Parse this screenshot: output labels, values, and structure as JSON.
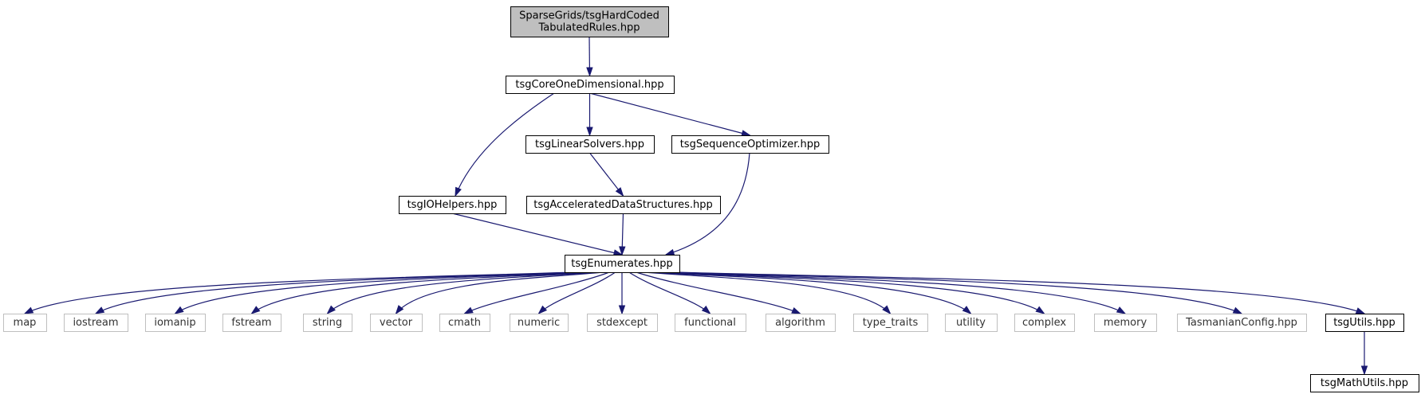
{
  "colors": {
    "edge": "#191970",
    "root_fill": "#bfbfbf",
    "node_border": "#000000",
    "system_border": "#bfbfbf",
    "node_fill": "#ffffff"
  },
  "nodes": [
    {
      "id": "root",
      "lines": [
        "SparseGrids/tsgHardCoded",
        "TabulatedRules.hpp"
      ],
      "kind": "root"
    },
    {
      "id": "core1d",
      "lines": [
        "tsgCoreOneDimensional.hpp"
      ],
      "kind": "normal"
    },
    {
      "id": "linsolv",
      "lines": [
        "tsgLinearSolvers.hpp"
      ],
      "kind": "normal"
    },
    {
      "id": "seqopt",
      "lines": [
        "tsgSequenceOptimizer.hpp"
      ],
      "kind": "normal"
    },
    {
      "id": "iohelp",
      "lines": [
        "tsgIOHelpers.hpp"
      ],
      "kind": "normal"
    },
    {
      "id": "accel",
      "lines": [
        "tsgAcceleratedDataStructures.hpp"
      ],
      "kind": "normal"
    },
    {
      "id": "enum",
      "lines": [
        "tsgEnumerates.hpp"
      ],
      "kind": "normal"
    },
    {
      "id": "map",
      "lines": [
        "map"
      ],
      "kind": "system"
    },
    {
      "id": "iostream",
      "lines": [
        "iostream"
      ],
      "kind": "system"
    },
    {
      "id": "iomanip",
      "lines": [
        "iomanip"
      ],
      "kind": "system"
    },
    {
      "id": "fstream",
      "lines": [
        "fstream"
      ],
      "kind": "system"
    },
    {
      "id": "string",
      "lines": [
        "string"
      ],
      "kind": "system"
    },
    {
      "id": "vector",
      "lines": [
        "vector"
      ],
      "kind": "system"
    },
    {
      "id": "cmath",
      "lines": [
        "cmath"
      ],
      "kind": "system"
    },
    {
      "id": "numeric",
      "lines": [
        "numeric"
      ],
      "kind": "system"
    },
    {
      "id": "stdexcept",
      "lines": [
        "stdexcept"
      ],
      "kind": "system"
    },
    {
      "id": "functional",
      "lines": [
        "functional"
      ],
      "kind": "system"
    },
    {
      "id": "algorithm",
      "lines": [
        "algorithm"
      ],
      "kind": "system"
    },
    {
      "id": "type_traits",
      "lines": [
        "type_traits"
      ],
      "kind": "system"
    },
    {
      "id": "utility",
      "lines": [
        "utility"
      ],
      "kind": "system"
    },
    {
      "id": "complex",
      "lines": [
        "complex"
      ],
      "kind": "system"
    },
    {
      "id": "memory",
      "lines": [
        "memory"
      ],
      "kind": "system"
    },
    {
      "id": "tconfig",
      "lines": [
        "TasmanianConfig.hpp"
      ],
      "kind": "system"
    },
    {
      "id": "utils",
      "lines": [
        "tsgUtils.hpp"
      ],
      "kind": "normal"
    },
    {
      "id": "mathutils",
      "lines": [
        "tsgMathUtils.hpp"
      ],
      "kind": "normal"
    }
  ],
  "edges": [
    [
      "root",
      "core1d"
    ],
    [
      "core1d",
      "iohelp"
    ],
    [
      "core1d",
      "linsolv"
    ],
    [
      "core1d",
      "seqopt"
    ],
    [
      "linsolv",
      "accel"
    ],
    [
      "iohelp",
      "enum"
    ],
    [
      "accel",
      "enum"
    ],
    [
      "seqopt",
      "enum"
    ],
    [
      "enum",
      "map"
    ],
    [
      "enum",
      "iostream"
    ],
    [
      "enum",
      "iomanip"
    ],
    [
      "enum",
      "fstream"
    ],
    [
      "enum",
      "string"
    ],
    [
      "enum",
      "vector"
    ],
    [
      "enum",
      "cmath"
    ],
    [
      "enum",
      "numeric"
    ],
    [
      "enum",
      "stdexcept"
    ],
    [
      "enum",
      "functional"
    ],
    [
      "enum",
      "algorithm"
    ],
    [
      "enum",
      "type_traits"
    ],
    [
      "enum",
      "utility"
    ],
    [
      "enum",
      "complex"
    ],
    [
      "enum",
      "memory"
    ],
    [
      "enum",
      "tconfig"
    ],
    [
      "enum",
      "utils"
    ],
    [
      "utils",
      "mathutils"
    ]
  ]
}
